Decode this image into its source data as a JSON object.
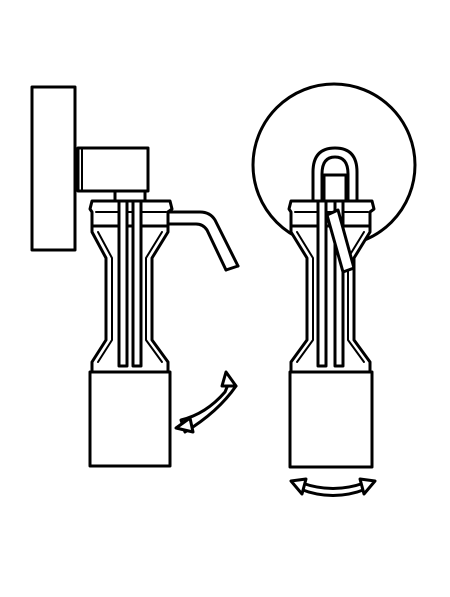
{
  "figure": {
    "background_color": "#ffffff",
    "line_color": "#000000",
    "views": [
      {
        "id": "side-view",
        "motion": "tilt"
      },
      {
        "id": "front-view",
        "motion": "rotate"
      }
    ]
  }
}
